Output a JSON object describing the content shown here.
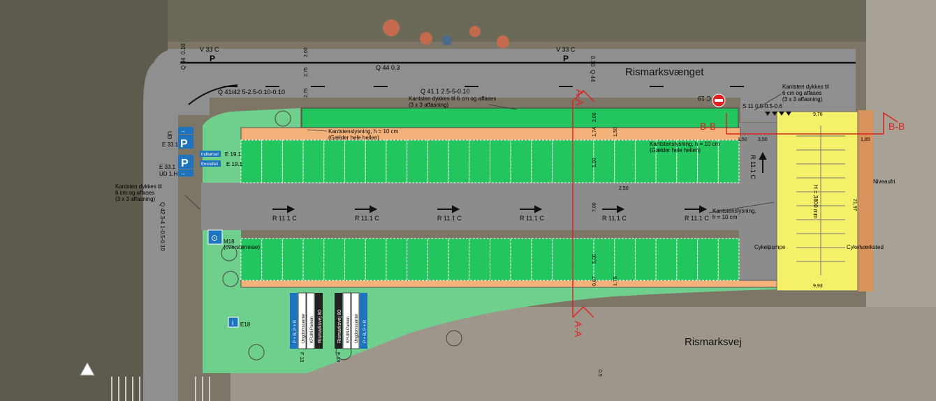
{
  "streets": {
    "north": "Rismarksvænget",
    "south": "Rismarksvej"
  },
  "signs": {
    "v33_left": "V 33 C",
    "v33_right": "V 33 C",
    "q44_left": "Q 44",
    "q44_left_val": "0.10",
    "q44_right": "Q 44",
    "q44_right_val": "0.10",
    "q44_03": "Q 44 0.3",
    "q4142": "Q 41/42  5-2.5-0.10-0.10",
    "q411": "Q 41.1  2.5-5-0.10",
    "c19": "C 19",
    "s11": "S 11  0.5-0.5-0.6",
    "e331": "E 33.1",
    "ud1h": "UD 1.H",
    "e191": "E 19.1",
    "e191_mirror": "E 19.1",
    "e331_mirror": "E 33.1",
    "ud_mirror": "UD",
    "q4234": "Q 42.3-4  1-0.5-0.10",
    "m18": "M18",
    "m18_sub": "(overstørreise)",
    "e18": "E18",
    "f13_left": "F 13",
    "f13_right": "F 13",
    "r111c": "R 11.1 C",
    "r111c_vertical": "R 11.1 C",
    "info_p": "P",
    "parking_p": "P",
    "indkoersel": "Indkørsel",
    "ensrettet": "Ensrettet"
  },
  "notes": {
    "kant_top_1": "Kantsten dykkes til 6 cm og affases",
    "kant_top_2": "(3 x 3 affasning)",
    "kant_right_1": "Kantsten dykkes til",
    "kant_right_2": "6 cm og affases",
    "kant_right_3": "(3 x 3 affasning)",
    "kant_left_1": "Kantsten dykkes til",
    "kant_left_2": "6 cm og affases",
    "kant_left_3": "(3 x 3 affasning)",
    "lys_top_1": "Kantstenslysning,  h = 10 cm",
    "lys_top_2": "(Gælder hele hellen)",
    "lys_mid_1": "Kantstenslysning,  h = 10 cm",
    "lys_mid_2": "(Gælder hele hellen)",
    "lys_low_1": "Kantstenslysning,",
    "lys_low_2": "h = 10 cm",
    "niveaufri": "Niveaufri",
    "cykelpumpe": "Cykelpumpe",
    "cykelvaerksted": "Cykelværksted",
    "shelter": "H = 3800 mm"
  },
  "sections": {
    "aa": "A-A",
    "bb": "B-B"
  },
  "dims": {
    "d200a": "2,00",
    "d275a": "2,75",
    "d275b": "2,75",
    "d200b": "2,00",
    "d174": "1,74",
    "d150": "1,50",
    "d500a": "5,00",
    "d700": "7,00",
    "d500b": "5,00",
    "d087": "0,87",
    "d250": "2,50",
    "d976": "9,76",
    "d993": "9,93",
    "d150b": "1,50",
    "d350": "3,50",
    "d185": "1,85",
    "d2197": "21,97",
    "d175": "1,75",
    "d15": "0.5"
  },
  "wayfinding": {
    "left_group": [
      "Rismarksvej 80",
      "KFUM-Parken",
      "Ungdomscenter",
      "P + B, P + R"
    ],
    "right_group": [
      "Rismarksvej 80",
      "KFUM-Parken",
      "Ungdomscenter",
      "P + B, P + R"
    ]
  },
  "colors": {
    "asphalt": "#8c8c8c",
    "parking_green": "#22c55e",
    "verge_green": "#6fcf8c",
    "island_orange": "#f2b27a",
    "shelter_yellow": "#f5f06a",
    "section_red": "#e02020"
  }
}
